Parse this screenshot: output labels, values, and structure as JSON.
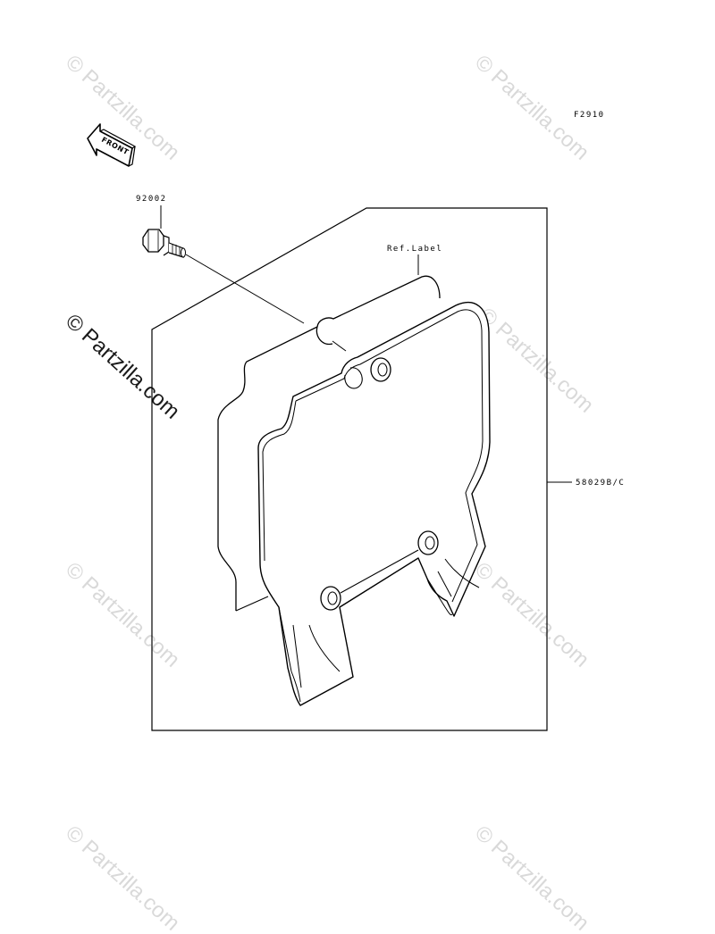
{
  "diagram": {
    "figure_code": "F2910",
    "front_label": "FRONT",
    "callouts": {
      "bolt": "92002",
      "ref_label": "Ref.Label",
      "cover": "58029B/C"
    },
    "watermarks": [
      "© Partzilla.com",
      "© Partzilla.com",
      "© Partzilla.com",
      "© Partzilla.com",
      "© Partzilla.com",
      "© Partzilla.com",
      "© Partzilla.com",
      "© Partzilla.com"
    ]
  }
}
